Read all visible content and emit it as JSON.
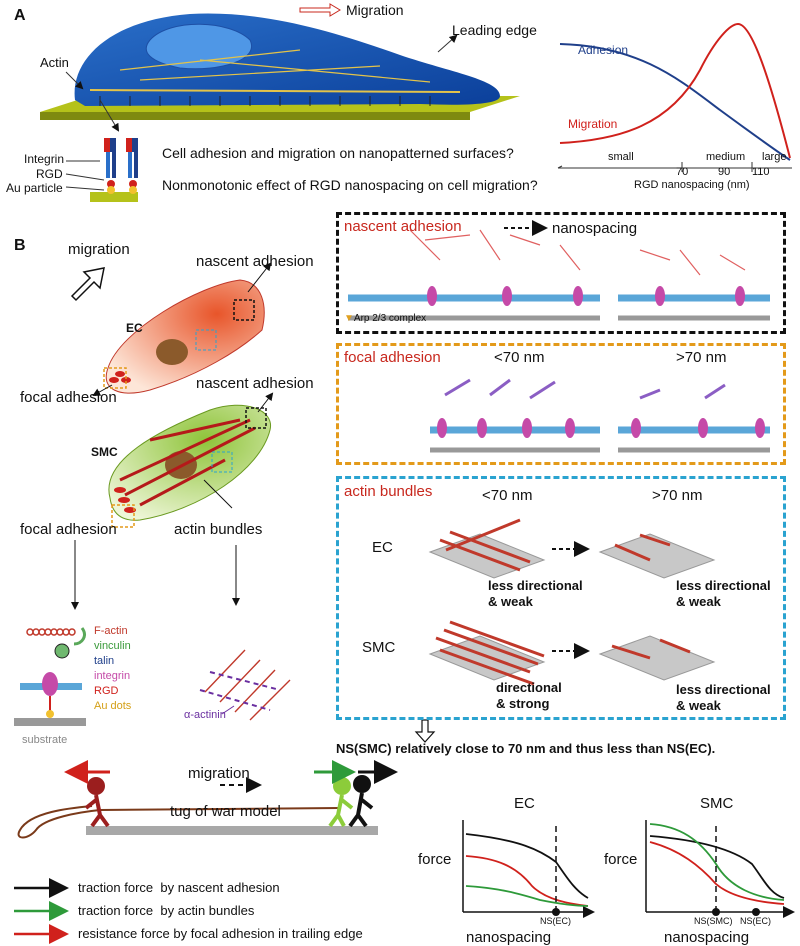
{
  "panel_a": {
    "letter": "A",
    "migration_label": "Migration",
    "leading_edge": "Leading edge",
    "actin": "Actin",
    "integrin": "Integrin",
    "rgd": "RGD",
    "au_particle": "Au particle",
    "question1": "Cell adhesion and migration on nanopatterned surfaces?",
    "question2": "Nonmonotonic effect of RGD nanospacing on cell migration?",
    "graph": {
      "adhesion_label": "Adhesion",
      "migration_label": "Migration",
      "small": "small",
      "medium": "medium",
      "large": "large",
      "tick70": "70",
      "tick90": "90",
      "tick110": "110",
      "xlabel": "RGD nanospacing (nm)",
      "adhesion_color": "#1f3f8a",
      "migration_color": "#d0211c"
    }
  },
  "panel_b": {
    "letter": "B",
    "migration": "migration",
    "ec_label": "EC",
    "smc_label": "SMC",
    "nascent_adhesion_ec": "nascent adhesion",
    "nascent_adhesion_smc": "nascent adhesion",
    "focal_adhesion_ec": "focal adhesion",
    "focal_adhesion_smc": "focal adhesion",
    "actin_bundles": "actin bundles",
    "legend": {
      "f_actin": "F-actin",
      "vinculin": "vinculin",
      "talin": "talin",
      "integrin": "integrin",
      "rgd": "RGD",
      "au_dots": "Au dots",
      "substrate": "substrate",
      "alpha_actinin": "α-actinin"
    },
    "box_nascent": {
      "title": "nascent adhesion",
      "arrow_label": "nanospacing",
      "arp": "Arp 2/3 complex",
      "title_color": "#c8281e",
      "border_color": "#111111"
    },
    "box_focal": {
      "title": "focal adhesion",
      "lt70": "<70 nm",
      "gt70": ">70 nm",
      "border_color": "#e39a1a"
    },
    "box_actin": {
      "title": "actin bundles",
      "lt70": "<70 nm",
      "gt70": ">70 nm",
      "ec": "EC",
      "smc": "SMC",
      "ec_left": "less directional\n& weak",
      "ec_right": "less directional\n& weak",
      "smc_left": "directional\n& strong",
      "smc_right": "less directional\n& weak",
      "border_color": "#2aa3d0"
    },
    "conclusion": "NS(SMC) relatively close to 70 nm and thus less than NS(EC)."
  },
  "panel_c": {
    "migration": "migration",
    "tug_of_war": "tug of war model",
    "legend": [
      {
        "text": "traction force  by nascent adhesion",
        "color": "#111111"
      },
      {
        "text": "traction force  by actin bundles",
        "color": "#2e9a3a"
      },
      {
        "text": "resistance force by focal adhesion in trailing edge",
        "color": "#d0211c"
      }
    ],
    "ec_plot": {
      "title": "EC",
      "force": "force",
      "xlabel": "nanospacing",
      "marker": "NS(EC)"
    },
    "smc_plot": {
      "title": "SMC",
      "force": "force",
      "xlabel": "nanospacing",
      "marker1": "NS(SMC)",
      "marker2": "NS(EC)"
    }
  }
}
